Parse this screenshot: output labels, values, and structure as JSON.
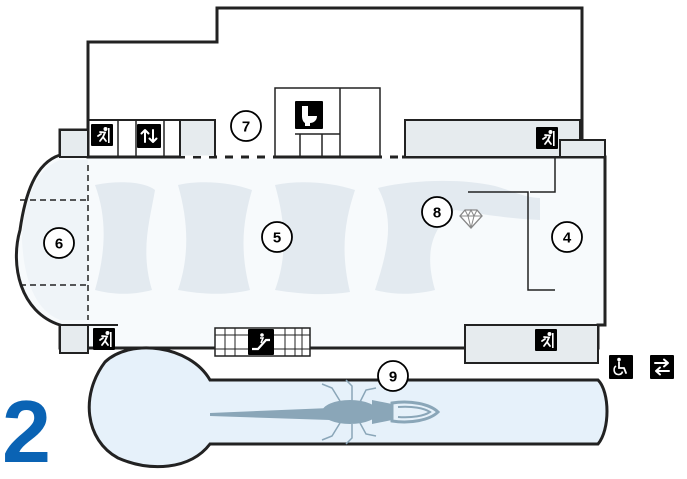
{
  "floor": {
    "label": "2",
    "color": "#0a63b4"
  },
  "rooms": {
    "r4": "4",
    "r5": "5",
    "r6": "6",
    "r7": "7",
    "r8": "8",
    "r9": "9"
  },
  "icons": {
    "emergency_exit": "emergency-exit-icon",
    "elevator": "elevator-icon",
    "restroom": "restroom-icon",
    "escalator": "escalator-icon",
    "accessible": "wheelchair-accessible-icon",
    "transfer": "transfer-arrows-icon",
    "gem": "gem-icon"
  },
  "colors": {
    "wall": "#222222",
    "floor_fill": "#eff4f8",
    "hall_fill": "#f7fafc",
    "tank_fill": "#e6f1fa",
    "shadow": "#e3eaf0",
    "gray_block": "#e6ebee",
    "specimen": "#8aa6b8",
    "icon_bg": "#000000"
  }
}
